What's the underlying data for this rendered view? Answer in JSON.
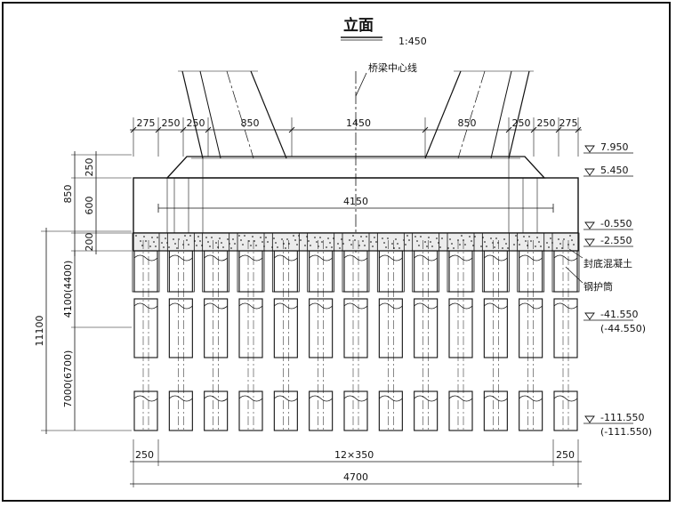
{
  "title": "立面",
  "scale": "1:450",
  "centerline_label": "桥梁中心线",
  "top_dims": [
    "275",
    "250",
    "250",
    "850",
    "1450",
    "850",
    "250",
    "250",
    "275"
  ],
  "cap_width": "4150",
  "left_dims": [
    "250",
    "600",
    "200",
    "850",
    "4100(4400)",
    "7000(6700)",
    "11100"
  ],
  "elevations": [
    {
      "value": "7.950",
      "alt": ""
    },
    {
      "value": "5.450",
      "alt": ""
    },
    {
      "value": "-0.550",
      "alt": ""
    },
    {
      "value": "-2.550",
      "alt": ""
    },
    {
      "value": "-41.550",
      "alt": "(-44.550)"
    },
    {
      "value": "-111.550",
      "alt": "(-111.550)"
    }
  ],
  "labels": {
    "seal_concrete": "封底混凝土",
    "steel_casing": "钢护筒"
  },
  "bottom_dims": {
    "left": "250",
    "middle": "12×350",
    "right": "250",
    "total": "4700"
  },
  "pile_count": 13
}
